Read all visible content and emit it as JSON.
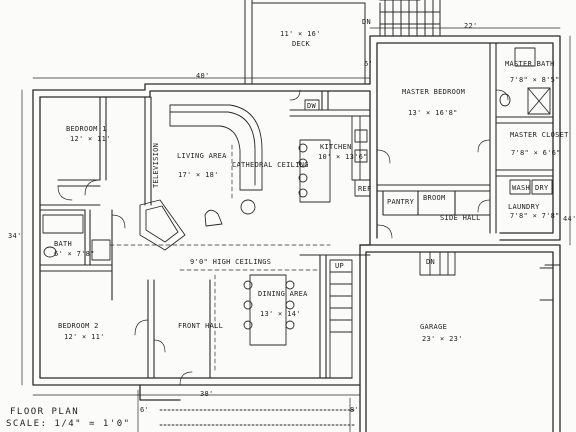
{
  "rooms": {
    "deck": {
      "name": "DECK",
      "dim": "11' × 16'"
    },
    "bedroom1": {
      "name": "BEDROOM 1",
      "dim": "12' × 11'"
    },
    "living": {
      "name": "LIVING AREA",
      "dim": "17' × 18'"
    },
    "cathedral": "CATHEDRAL CEILING",
    "kitchen": {
      "name": "KITCHEN",
      "dim": "10' × 13'6\""
    },
    "master_bed": {
      "name": "MASTER BEDROOM",
      "dim": "13' × 16'8\""
    },
    "master_bath": {
      "name": "MASTER BATH",
      "dim": "7'8\" × 8'5\""
    },
    "master_closet": {
      "name": "MASTER CLOSET",
      "dim": "7'8\" × 6'6\""
    },
    "laundry": {
      "name": "LAUNDRY",
      "dim": "7'8\" × 7'8\""
    },
    "wash": "WASH",
    "dry": "DRY",
    "bath": {
      "name": "BATH",
      "dim": "6' × 7'8\""
    },
    "bedroom2": {
      "name": "BEDROOM 2",
      "dim": "12' × 11'"
    },
    "dining": {
      "name": "DINING AREA",
      "dim": "13' × 14'"
    },
    "front_hall": "FRONT HALL",
    "garage": {
      "name": "GARAGE",
      "dim": "23' × 23'"
    },
    "side_hall": "SIDE HALL",
    "pantry": "PANTRY",
    "broom": "BROOM",
    "ref": "REF",
    "dw": "DW",
    "television": "TELEVISION"
  },
  "notes": {
    "high_ceilings": "9'0\" HIGH CEILINGS",
    "up": "UP",
    "dn1": "DN",
    "dn2": "DN"
  },
  "dims": {
    "d40": "40'",
    "d22": "22'",
    "d34": "34'",
    "d38": "38'",
    "d44": "44'",
    "d6a": "6'",
    "d6b": "6'",
    "d8": "8'"
  },
  "title": {
    "line1": "FLOOR PLAN",
    "line2": "SCALE: 1/4\" = 1'0\""
  }
}
